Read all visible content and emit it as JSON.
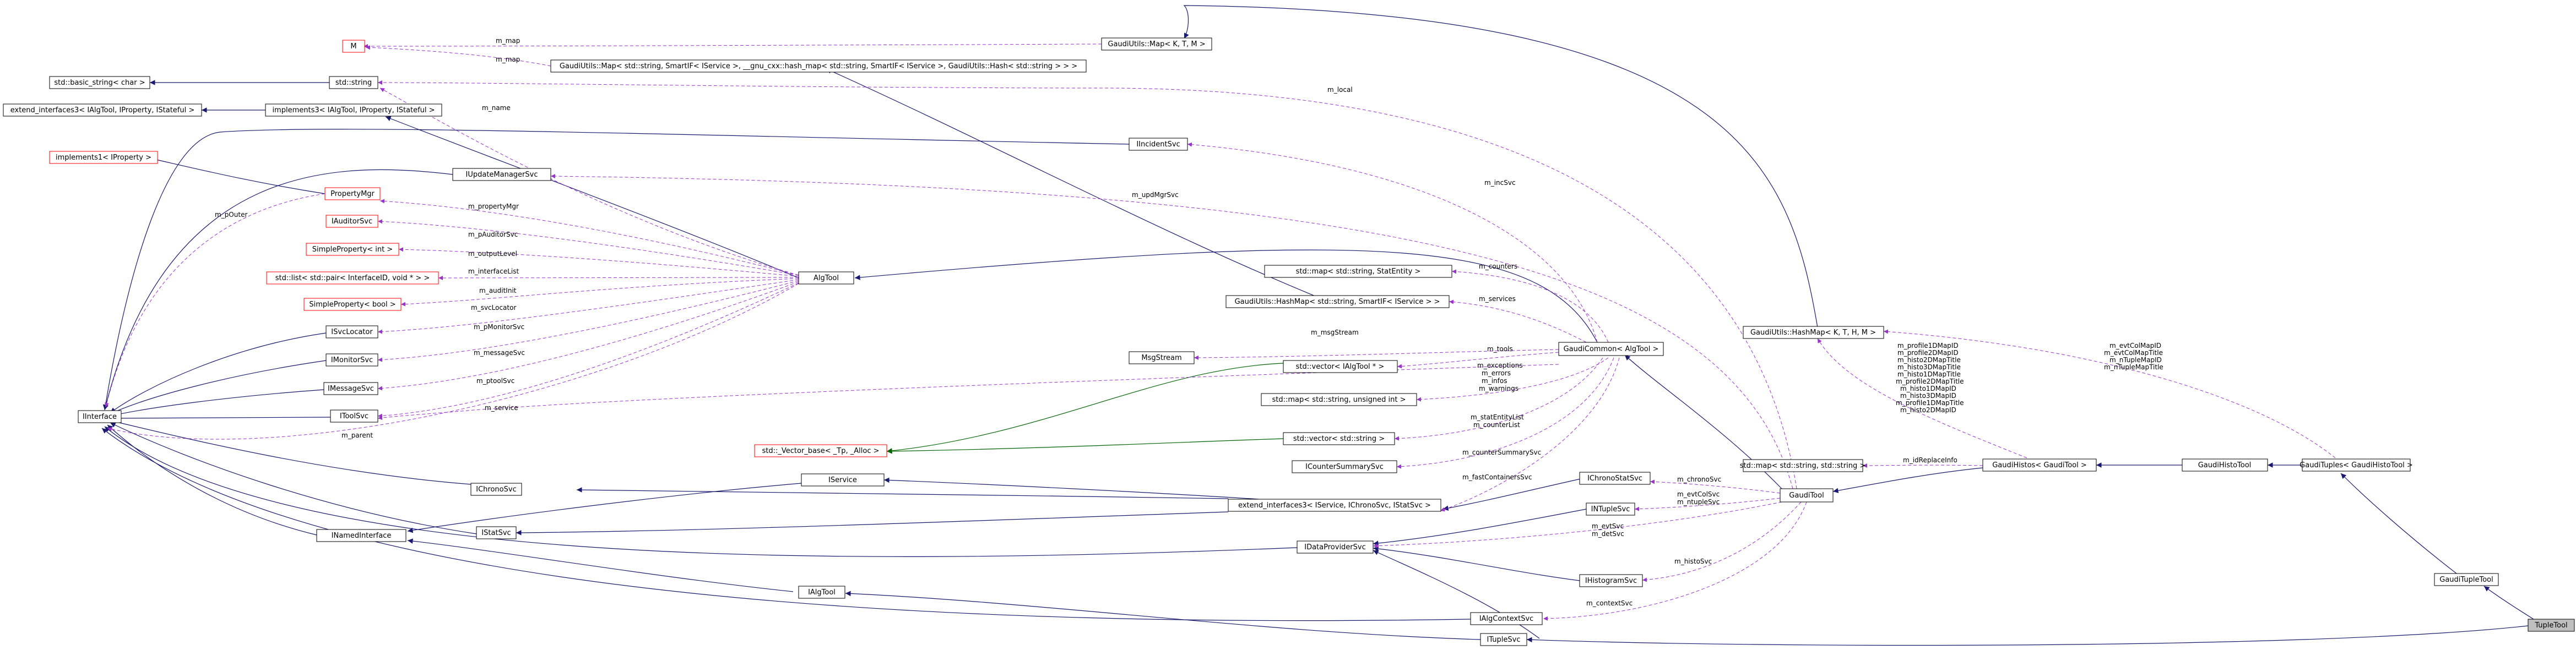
{
  "nodes": {
    "M": "M",
    "std_string": "std::string",
    "basic_string": "std::basic_string< char >",
    "extend_interfaces3_algtool": "extend_interfaces3< IAlgTool, IProperty, IStateful >",
    "implements3": "implements3< IAlgTool, IProperty, IStateful >",
    "implements1": "implements1< IProperty >",
    "PropertyMgr": "PropertyMgr",
    "IAuditorSvc": "IAuditorSvc",
    "SimpleProperty_int": "SimpleProperty< int >",
    "list_pair": "std::list< std::pair< InterfaceID, void * > >",
    "SimpleProperty_bool": "SimpleProperty< bool >",
    "ISvcLocator": "ISvcLocator",
    "IMonitorSvc": "IMonitorSvc",
    "IMessageSvc": "IMessageSvc",
    "IToolSvc": "IToolSvc",
    "Interface": "IInterface",
    "Vector_base": "std::_Vector_base< _Tp, _Alloc >",
    "IChronoSvc": "IChronoSvc",
    "IStatSvc": "IStatSvc",
    "INamedInterface": "INamedInterface",
    "IAlgTool2": "IAlgTool",
    "IUpdateManagerSvc": "IUpdateManagerSvc",
    "IIncidentSvc": "IIncidentSvc",
    "AlgTool": "AlgTool",
    "GaudiUtils_Map": "GaudiUtils::Map< K, T, M >",
    "GaudiUtils_Map_string": "GaudiUtils::Map< std::string, SmartIF< IService >, __gnu_cxx::hash_map< std::string, SmartIF< IService >, GaudiUtils::Hash< std::string > > >",
    "map_StatEntity": "std::map< std::string, StatEntity >",
    "HashMap_string": "GaudiUtils::HashMap< std::string, SmartIF< IService > >",
    "MsgStream": "MsgStream",
    "vector_AlgTool": "std::vector< IAlgTool * >",
    "map_uint": "std::map< std::string, unsigned int >",
    "vector_string": "std::vector< std::string >",
    "ICounterSummarySvc": "ICounterSummarySvc",
    "IService": "IService",
    "extend_interfaces3_service": "extend_interfaces3< IService, IChronoSvc, IStatSvc >",
    "IDataProviderSvc": "IDataProviderSvc",
    "IAlgContextSvc": "IAlgContextSvc",
    "ITupleSvc": "ITupleSvc",
    "GaudiCommon": "GaudiCommon< AlgTool >",
    "IChronoStatSvc": "IChronoStatSvc",
    "INTupleSvc": "INTupleSvc",
    "IHistogramSvc": "IHistogramSvc",
    "map_string_string": "std::map< std::string, std::string >",
    "GaudiTool": "GaudiTool",
    "HashMap_KTHM": "GaudiUtils::HashMap< K, T, H, M >",
    "GaudiHistos_GaudiTool": "GaudiHistos< GaudiTool >",
    "GaudiHistoTool": "GaudiHistoTool",
    "GaudiTuples": "GaudiTuples< GaudiHistoTool >",
    "GaudiTupleTool": "GaudiTupleTool",
    "TupleTool": "TupleTool"
  },
  "edge_labels": {
    "m_map_1": "m_map",
    "m_map_2": "m_map",
    "m_local": "m_local",
    "m_name": "m_name",
    "m_pOuter": "m_pOuter",
    "m_propertyMgr": "m_propertyMgr",
    "m_pAuditorSvc": "m_pAuditorSvc",
    "m_outputLevel": "m_outputLevel",
    "m_interfaceList": "m_interfaceList",
    "m_auditInit": "m_auditInit",
    "m_svcLocator": "m_svcLocator",
    "m_pMonitorSvc": "m_pMonitorSvc",
    "m_messageSvc": "m_messageSvc",
    "m_ptoolSvc": "m_ptoolSvc",
    "m_service": "m_service",
    "m_parent": "m_parent",
    "m_updMgrSvc": "m_updMgrSvc",
    "m_incSvc": "m_incSvc",
    "m_counters": "m_counters",
    "m_services": "m_services",
    "m_msgStream": "m_msgStream",
    "m_tools": "m_tools",
    "m_stat_multi": "m_exceptions\nm_errors\nm_infos\nm_warnings",
    "m_statEntity": "m_statEntityList\nm_counterList",
    "m_counterSummarySvc": "m_counterSummarySvc",
    "m_fastContainersSvc": "m_fastContainersSvc",
    "m_chronoSvc": "m_chronoSvc",
    "m_evtColSvc": "m_evtColSvc\nm_ntupleSvc",
    "m_evtSvc": "m_evtSvc\nm_detSvc",
    "m_histoSvc": "m_histoSvc",
    "m_contextSvc": "m_contextSvc",
    "m_idReplaceInfo": "m_idReplaceInfo",
    "m_histo_ids": "m_profile1DMapID\nm_profile2DMapID\nm_histo2DMapTitle\nm_histo3DMapTitle\nm_histo1DMapTitle\nm_profile2DMapTitle\nm_histo1DMapID\nm_histo3DMapID\nm_profile1DMapTitle\nm_histo2DMapID",
    "m_tuple_ids": "m_evtColMapID\nm_evtColMapTitle\nm_nTupleMapID\nm_nTupleMapTitle"
  },
  "colors": {
    "inheritance": "#191970",
    "usage": "#9a32cd",
    "template": "#006400",
    "missing_border": "#ff0000",
    "selected_fill": "#bfbfbf"
  }
}
